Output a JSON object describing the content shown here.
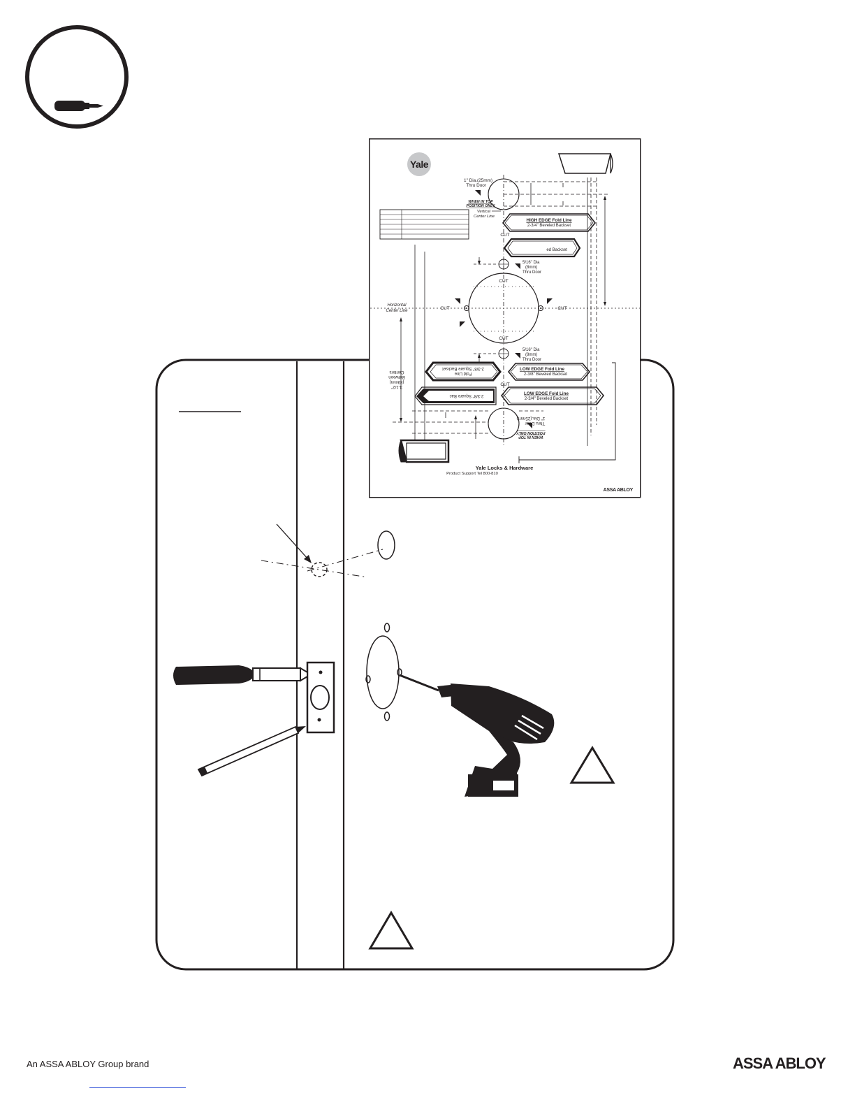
{
  "template": {
    "logo": "Yale",
    "hole_top": {
      "dia": "1\" Dia.(25mm)",
      "thru": "Thru Door",
      "note_line1": "WHEN IN TOP",
      "note_line2": "POSITION ONLY"
    },
    "vertical_center": {
      "line1": "Vertical",
      "line2": "Center Line"
    },
    "high_edge": {
      "title": "HIGH EDGE Fold Line",
      "sub": "2-3/4\" Beveled Backset"
    },
    "cut_label": "CUT",
    "partial_backset": "ed Backset",
    "small_hole": {
      "dia": "5/16\" Dia",
      "mm": "(8mm)",
      "thru": "Thru Door"
    },
    "horizontal_center": {
      "line1": "Horizontal",
      "line2": "Center Line"
    },
    "centers": {
      "line1": "3-1/2\"",
      "line2": "(89mm)",
      "line3": "Between",
      "line4": "Centers"
    },
    "low_edge_1": {
      "title": "LOW EDGE Fold Line",
      "sub": "2-3/8\" Beveled Backset"
    },
    "low_edge_2": {
      "title": "LOW EDGE Fold Line",
      "sub": "2-3/4\" Beveled Backset"
    },
    "square_backset_1": {
      "title": "Fold Line",
      "sub": "2-3/8\" Square Backset"
    },
    "square_backset_2": "2-3/8\" Square Bac",
    "company": "Yale Locks & Hardware",
    "support": "Product Support Tel 800-810",
    "brand_logo": "ASSA ABLOY"
  },
  "footer": {
    "brand_line": "An ASSA ABLOY Group brand",
    "logo": "ASSA ABLOY"
  },
  "icons": {
    "step_badge": "screwdriver-icon",
    "chisel": "chisel-icon",
    "pencil": "pencil-icon",
    "drill": "drill-icon",
    "warning_1": "warning-triangle-icon",
    "warning_2": "warning-triangle-icon"
  }
}
